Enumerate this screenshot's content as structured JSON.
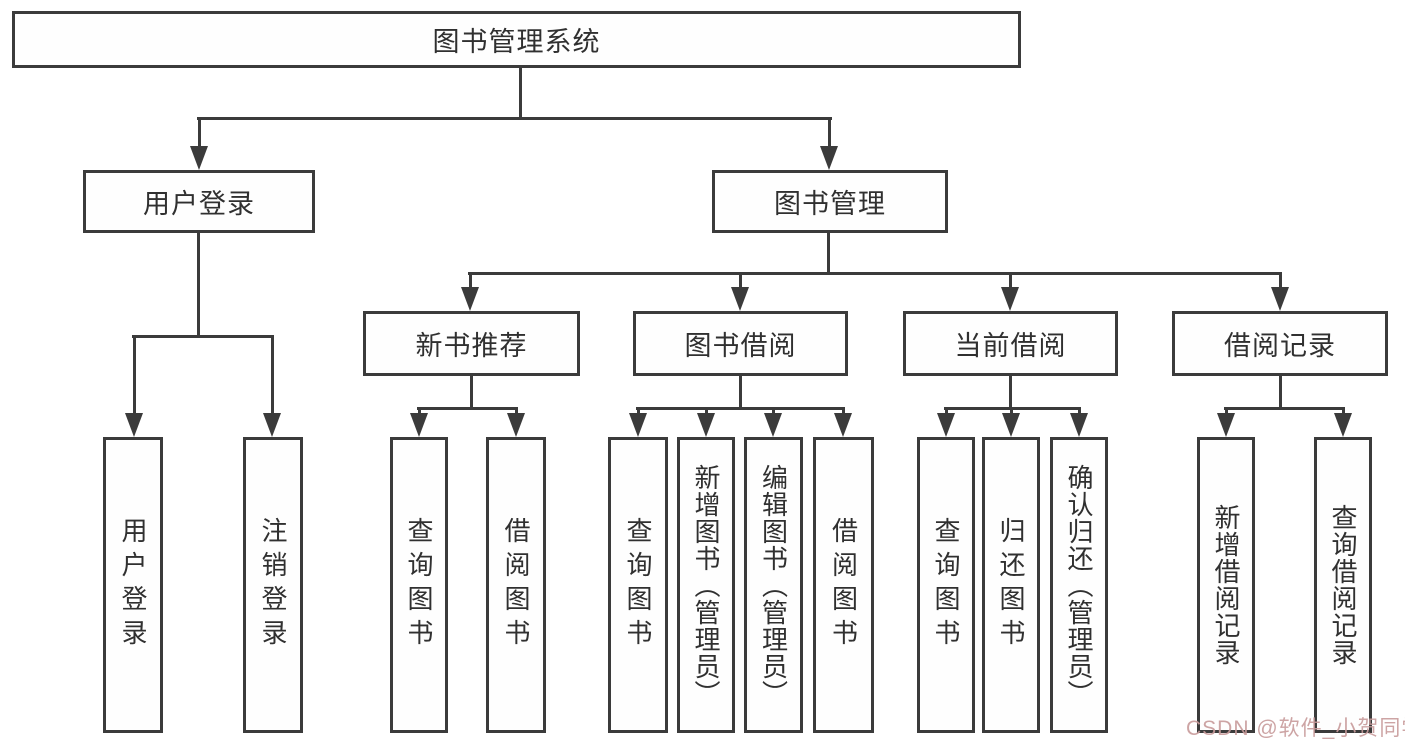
{
  "diagram_type": "hierarchy-tree",
  "colors": {
    "line": "#3b3b3b",
    "text": "#303030",
    "background": "#ffffff",
    "watermark": "#c89b9b"
  },
  "tree": {
    "label": "图书管理系统",
    "children": [
      {
        "label": "用户登录",
        "children": [
          {
            "label": "用户登录"
          },
          {
            "label": "注销登录"
          }
        ]
      },
      {
        "label": "图书管理",
        "children": [
          {
            "label": "新书推荐",
            "children": [
              {
                "label": "查询图书"
              },
              {
                "label": "借阅图书"
              }
            ]
          },
          {
            "label": "图书借阅",
            "children": [
              {
                "label": "查询图书"
              },
              {
                "label": "新增图书（管理员）"
              },
              {
                "label": "编辑图书（管理员）"
              },
              {
                "label": "借阅图书"
              }
            ]
          },
          {
            "label": "当前借阅",
            "children": [
              {
                "label": "查询图书"
              },
              {
                "label": "归还图书"
              },
              {
                "label": "确认归还（管理员）"
              }
            ]
          },
          {
            "label": "借阅记录",
            "children": [
              {
                "label": "新增借阅记录"
              },
              {
                "label": "查询借阅记录"
              }
            ]
          }
        ]
      }
    ]
  },
  "watermark": {
    "text": "CSDN @软件_小贺同学"
  }
}
